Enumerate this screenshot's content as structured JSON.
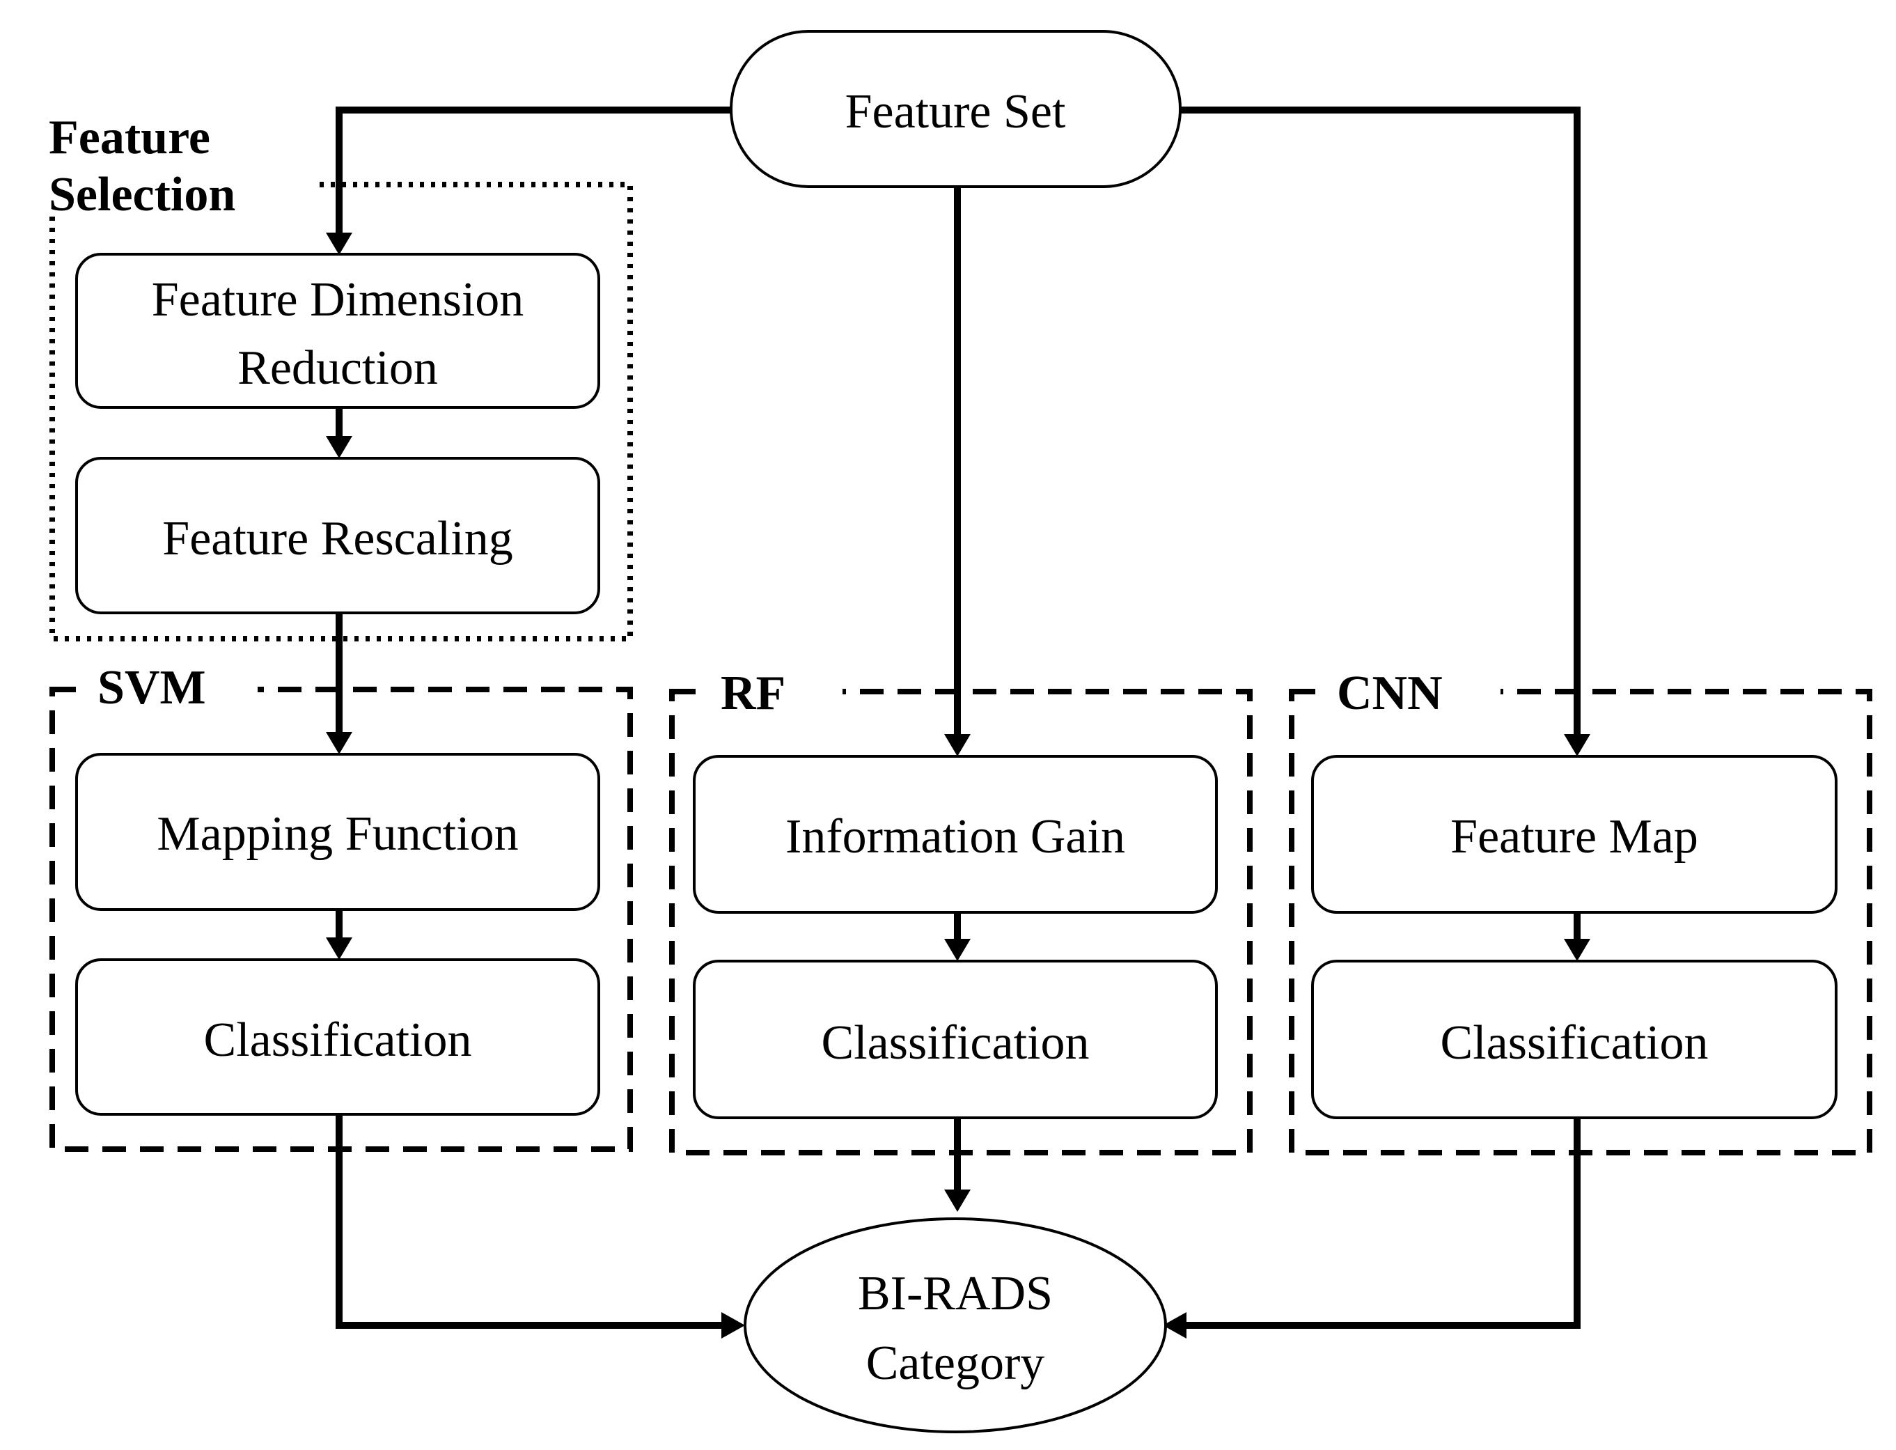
{
  "nodes": {
    "feature_set": "Feature Set",
    "feature_dimension_reduction": [
      "Feature Dimension",
      "Reduction"
    ],
    "feature_rescaling": "Feature Rescaling",
    "mapping_function": "Mapping Function",
    "svm_classification": "Classification",
    "information_gain": "Information Gain",
    "rf_classification": "Classification",
    "feature_map": "Feature Map",
    "cnn_classification": "Classification",
    "birads_category": [
      "BI-RADS",
      "Category"
    ]
  },
  "groups": {
    "feature_selection": [
      "Feature",
      "Selection"
    ],
    "svm": "SVM",
    "rf": "RF",
    "cnn": "CNN"
  }
}
